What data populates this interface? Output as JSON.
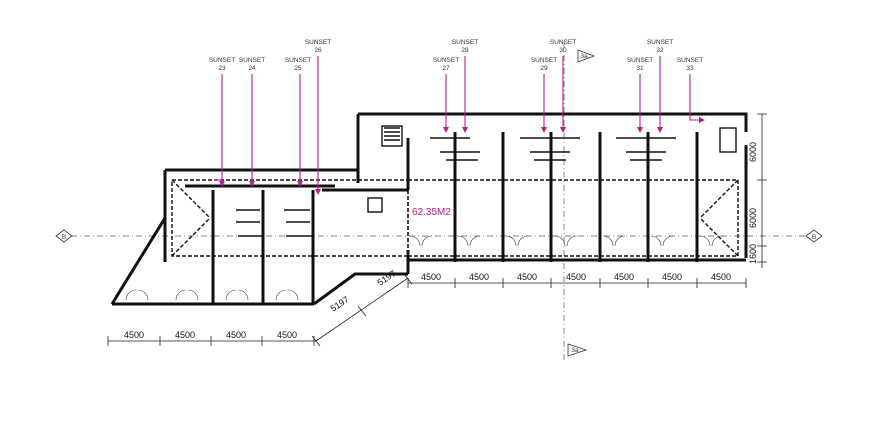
{
  "plan": {
    "area_label": "62.35M2",
    "units": [
      {
        "line1": "SUNSET",
        "line2": "23"
      },
      {
        "line1": "SUNSET",
        "line2": "24"
      },
      {
        "line1": "SUNSET",
        "line2": "25"
      },
      {
        "line1": "SUNSET",
        "line2": "26"
      },
      {
        "line1": "SUNSET",
        "line2": "27"
      },
      {
        "line1": "SUNSET",
        "line2": "28"
      },
      {
        "line1": "SUNSET",
        "line2": "29"
      },
      {
        "line1": "SUNSET",
        "line2": "30"
      },
      {
        "line1": "SUNSET",
        "line2": "31"
      },
      {
        "line1": "SUNSET",
        "line2": "32"
      },
      {
        "line1": "SUNSET",
        "line2": "33"
      }
    ],
    "dims_bottom_left": [
      "4500",
      "4500",
      "4500",
      "4500"
    ],
    "dims_diagonal": [
      "5197",
      "5197"
    ],
    "dims_bottom_right": [
      "4500",
      "4500",
      "4500",
      "4500",
      "4500",
      "4500",
      "4500"
    ],
    "dims_right": [
      "6000",
      "6000",
      "1600"
    ],
    "grid_markers": [
      "B",
      "B",
      "3a",
      "3a"
    ],
    "colors": {
      "accent": "#c2188f",
      "ink": "#111111"
    }
  }
}
